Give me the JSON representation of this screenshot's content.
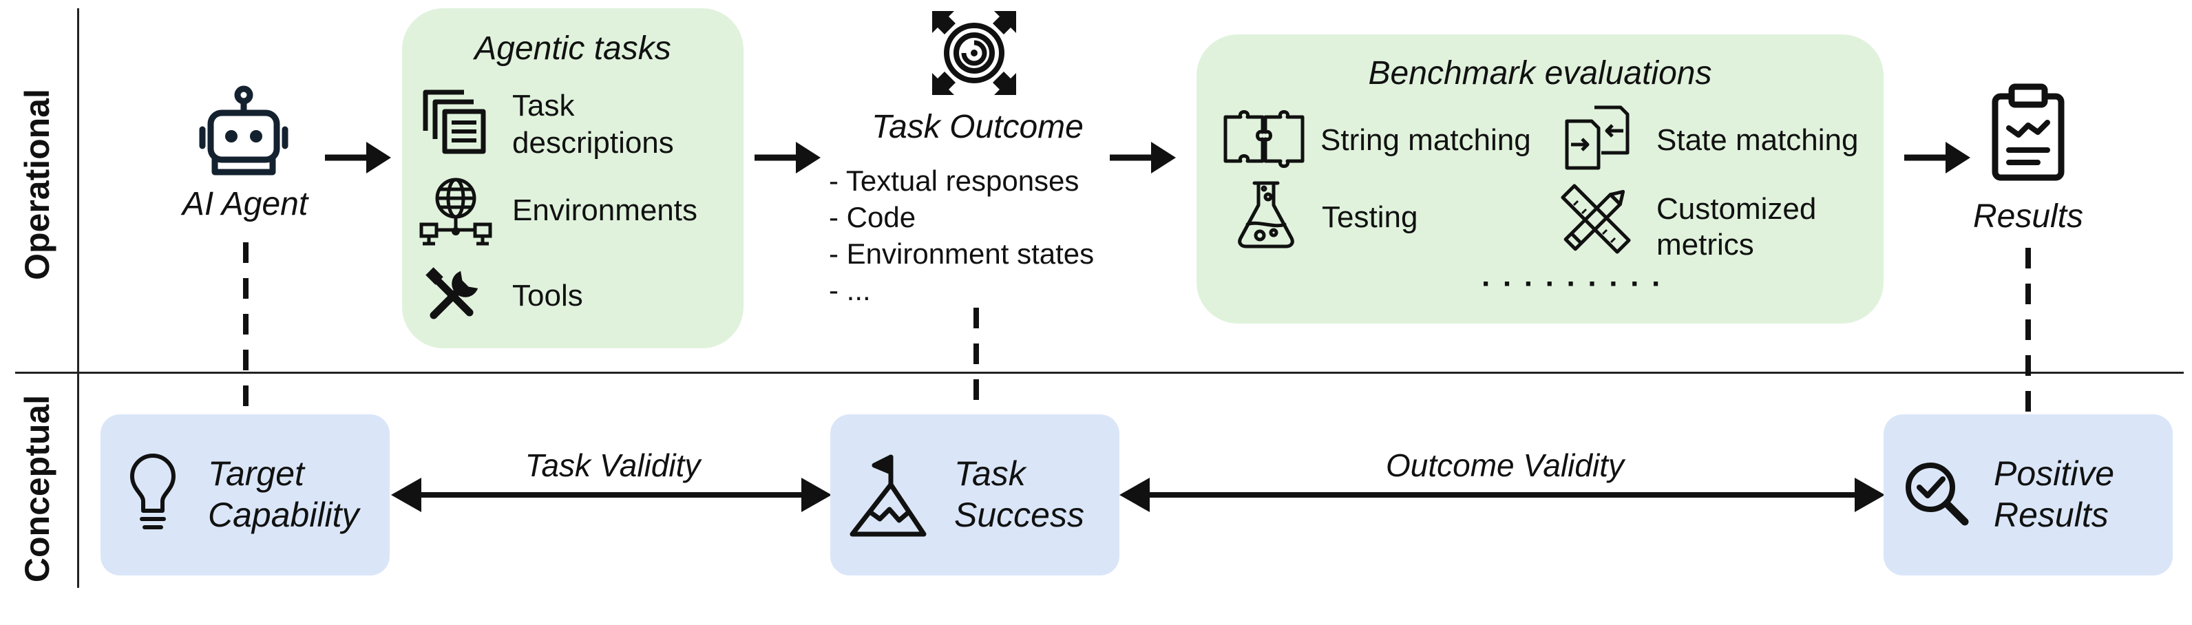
{
  "rows": {
    "operational": "Operational",
    "conceptual": "Conceptual"
  },
  "operational": {
    "agent": {
      "label": "AI Agent",
      "icon": "robot-icon"
    },
    "agentic_tasks": {
      "title": "Agentic tasks",
      "items": [
        {
          "label": "Task descriptions",
          "label_line1": "Task",
          "label_line2": "descriptions",
          "icon": "documents-icon"
        },
        {
          "label": "Environments",
          "icon": "globe-network-icon"
        },
        {
          "label": "Tools",
          "icon": "tools-icon"
        }
      ]
    },
    "task_outcome": {
      "title": "Task Outcome",
      "icon": "target-icon",
      "bullets": [
        "- Textual responses",
        "- Code",
        "- Environment states",
        "- ..."
      ]
    },
    "benchmark": {
      "title": "Benchmark evaluations",
      "items": [
        {
          "label": "String matching",
          "icon": "puzzle-icon"
        },
        {
          "label": "State matching",
          "icon": "state-compare-icon"
        },
        {
          "label": "Testing",
          "icon": "flask-icon"
        },
        {
          "label": "Customized metrics",
          "label_line1": "Customized",
          "label_line2": "metrics",
          "icon": "ruler-pencil-icon"
        }
      ],
      "more": "· · · · · · · · ·"
    },
    "results": {
      "label": "Results",
      "icon": "clipboard-icon"
    }
  },
  "conceptual": {
    "target_capability": {
      "line1": "Target",
      "line2": "Capability",
      "icon": "lightbulb-icon"
    },
    "task_success": {
      "line1": "Task",
      "line2": "Success",
      "icon": "mountain-flag-icon"
    },
    "positive_results": {
      "line1": "Positive",
      "line2": "Results",
      "icon": "magnifier-check-icon"
    },
    "task_validity": "Task Validity",
    "outcome_validity": "Outcome Validity"
  }
}
